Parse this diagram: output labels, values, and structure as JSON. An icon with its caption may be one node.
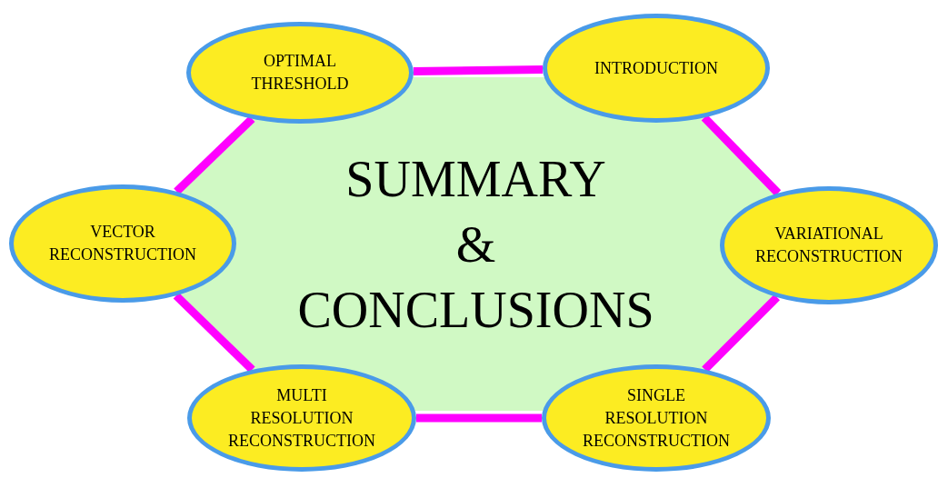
{
  "diagram": {
    "nodes": [
      {
        "text": [
          "SUMMARY",
          "&",
          "CONCLUSIONS"
        ]
      },
      {
        "text": [
          "OPTIMAL THRESHOLD"
        ]
      },
      {
        "text": [
          "INTRODUCTION"
        ]
      },
      {
        "text": [
          "VECTOR RECONSTRUCTION"
        ]
      },
      {
        "text": [
          "VARIATIONAL RECONSTRUCTION"
        ]
      },
      {
        "text": [
          "MULTI RESOLUTION RECONSTRUCTION"
        ]
      },
      {
        "text": [
          "SINGLE RESOLUTION RECONSTRUCTION"
        ]
      }
    ],
    "edges": [
      {
        "from": 1,
        "to": 2,
        "arrow": "none"
      },
      {
        "from": 2,
        "to": 4,
        "arrow": "none"
      },
      {
        "from": 4,
        "to": 6,
        "arrow": "none"
      },
      {
        "from": 6,
        "to": 5,
        "arrow": "none"
      },
      {
        "from": 5,
        "to": 3,
        "arrow": "none"
      },
      {
        "from": 3,
        "to": 1,
        "arrow": "none"
      }
    ]
  }
}
